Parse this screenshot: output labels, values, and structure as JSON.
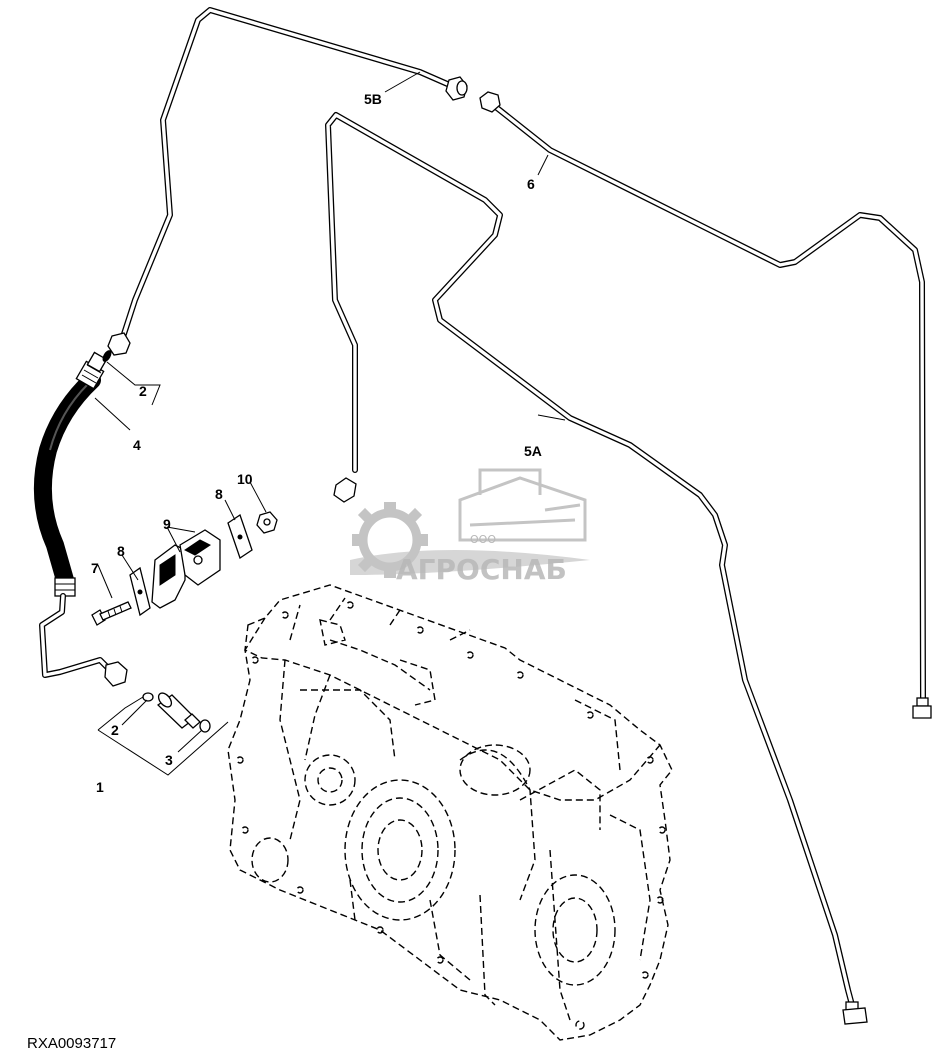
{
  "drawing_id": "RXA0093717",
  "watermark": {
    "prefix": "ООО",
    "brand": "АГРОСНАБ"
  },
  "callouts": [
    {
      "id": "5b",
      "text": "5B"
    },
    {
      "id": "6",
      "text": "6"
    },
    {
      "id": "2a",
      "text": "2"
    },
    {
      "id": "4",
      "text": "4"
    },
    {
      "id": "5a",
      "text": "5A"
    },
    {
      "id": "10",
      "text": "10"
    },
    {
      "id": "8a",
      "text": "8"
    },
    {
      "id": "9",
      "text": "9"
    },
    {
      "id": "8b",
      "text": "8"
    },
    {
      "id": "7",
      "text": "7"
    },
    {
      "id": "2b",
      "text": "2"
    },
    {
      "id": "3",
      "text": "3"
    },
    {
      "id": "1",
      "text": "1"
    }
  ]
}
